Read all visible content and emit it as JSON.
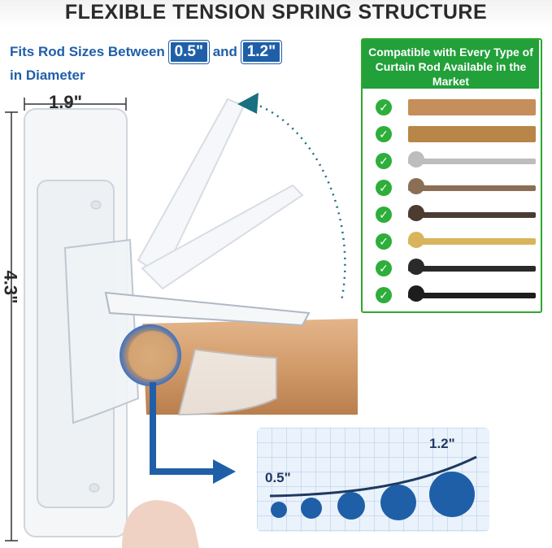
{
  "header": {
    "title": "FLEXIBLE TENSION SPRING STRUCTURE"
  },
  "fit": {
    "text_prefix": "Fits Rod Sizes Between",
    "min_size": "0.5\"",
    "text_and": "and",
    "max_size": "1.2\"",
    "text_suffix": "in Diameter"
  },
  "dimensions": {
    "width": "1.9\"",
    "height": "4.3\""
  },
  "compatibility": {
    "heading": "Compatible with Every Type of Curtain Rod Available in the Market",
    "rods": [
      {
        "name": "wood-rod",
        "color": "#c58e5a"
      },
      {
        "name": "bamboo-rod",
        "color": "#b88648"
      },
      {
        "name": "nickel-rod",
        "color": "#bdbdbd"
      },
      {
        "name": "bronze-rod",
        "color": "#8a6f55"
      },
      {
        "name": "dark-bronze-rod",
        "color": "#4b3b31"
      },
      {
        "name": "gold-rod",
        "color": "#d9b45c"
      },
      {
        "name": "black-ball-rod",
        "color": "#2a2a2a"
      },
      {
        "name": "black-urn-rod",
        "color": "#1d1d1d"
      }
    ]
  },
  "graph": {
    "label_min": "0.5\"",
    "label_max": "1.2\""
  },
  "colors": {
    "brand_blue": "#1f5fa8",
    "green": "#22a03a",
    "teal_arrow": "#1a6f80"
  }
}
